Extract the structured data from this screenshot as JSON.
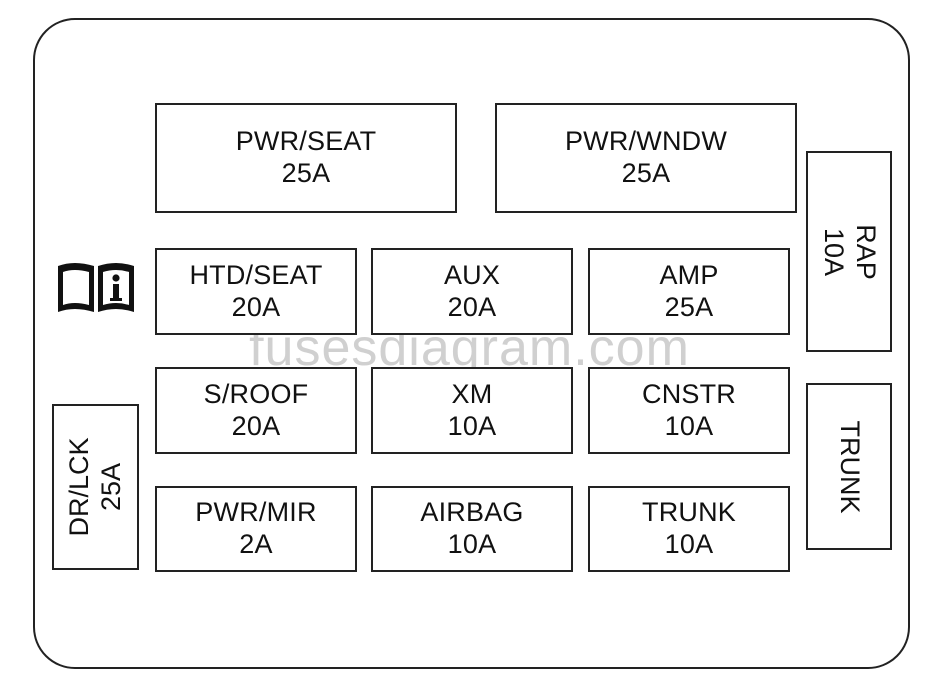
{
  "fuses": {
    "pwr_seat": {
      "name": "PWR/SEAT",
      "amps": "25A"
    },
    "pwr_wndw": {
      "name": "PWR/WNDW",
      "amps": "25A"
    },
    "rap": {
      "name": "RAP",
      "amps": "10A"
    },
    "htd_seat": {
      "name": "HTD/SEAT",
      "amps": "20A"
    },
    "aux": {
      "name": "AUX",
      "amps": "20A"
    },
    "amp": {
      "name": "AMP",
      "amps": "25A"
    },
    "s_roof": {
      "name": "S/ROOF",
      "amps": "20A"
    },
    "xm": {
      "name": "XM",
      "amps": "10A"
    },
    "cnstr": {
      "name": "CNSTR",
      "amps": "10A"
    },
    "dr_lck": {
      "name": "DR/LCK",
      "amps": "25A"
    },
    "pwr_mir": {
      "name": "PWR/MIR",
      "amps": "2A"
    },
    "airbag": {
      "name": "AIRBAG",
      "amps": "10A"
    },
    "trunk_fuse": {
      "name": "TRUNK",
      "amps": "10A"
    }
  },
  "relays": {
    "trunk_relay": {
      "name": "TRUNK"
    }
  },
  "icon": {
    "name": "manual-info-icon"
  },
  "watermark": "fusesdiagram.com"
}
